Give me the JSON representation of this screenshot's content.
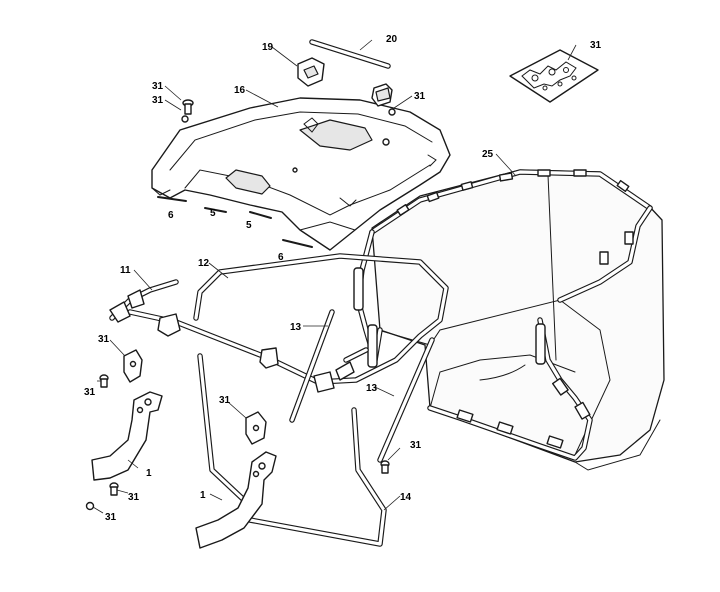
{
  "callouts": {
    "c1_upper": "1",
    "c1_lower": "1",
    "c5_a": "5",
    "c5_b": "5",
    "c6_a": "6",
    "c6_b": "6",
    "c11": "11",
    "c12": "12",
    "c13_a": "13",
    "c13_b": "13",
    "c14": "14",
    "c16": "16",
    "c19": "19",
    "c20": "20",
    "c25": "25",
    "c31_top_a": "31",
    "c31_top_b": "31",
    "c31_lid": "31",
    "c31_kit": "31",
    "c31_hinge_upper": "31",
    "c31_bolt_left": "31",
    "c31_clip_mid": "31",
    "c31_bolt_right": "31",
    "c31_bolt_lower": "31",
    "c31_nut_lower": "31"
  }
}
